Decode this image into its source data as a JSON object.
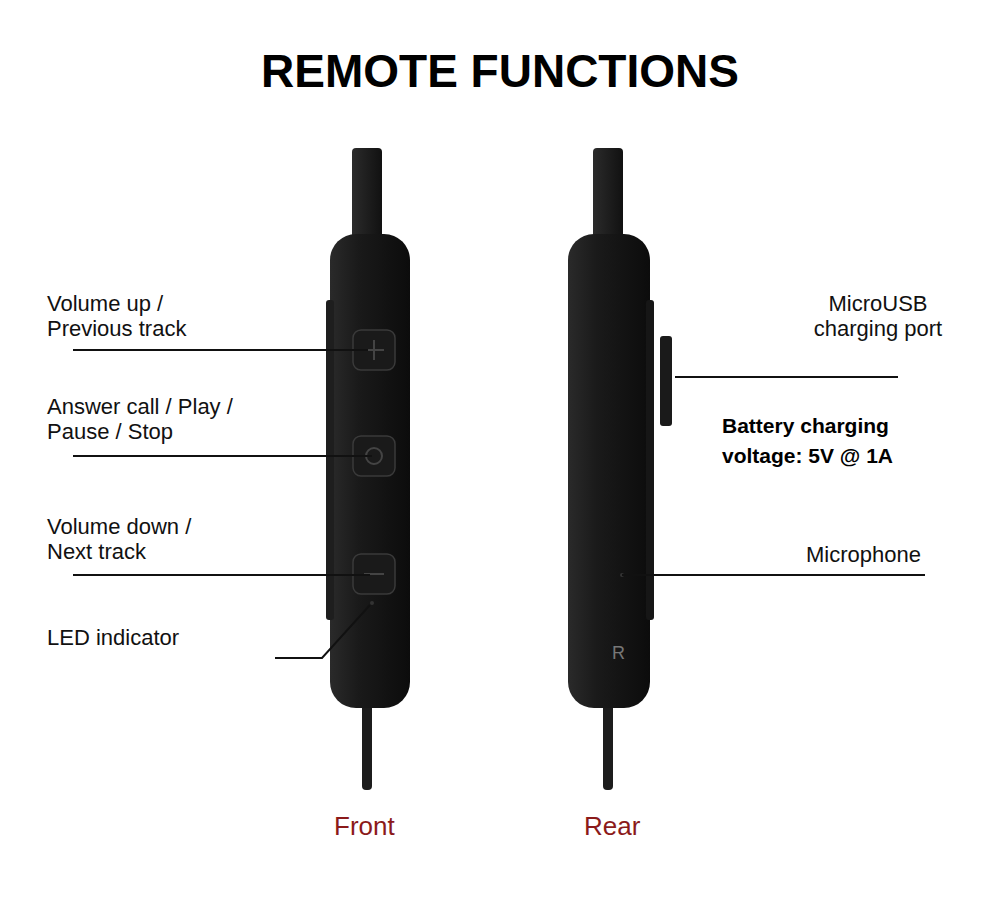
{
  "diagram": {
    "title": "REMOTE FUNCTIONS",
    "labels": [
      "Volume up / Previous track",
      "Answer call / Play / Pause / Stop",
      "Volume down / Next track",
      "LED indicator",
      "MicroUSB charging port",
      "Battery charging voltage: 5V @ 1A",
      "Microphone",
      "R",
      "Front",
      "Rear"
    ]
  }
}
